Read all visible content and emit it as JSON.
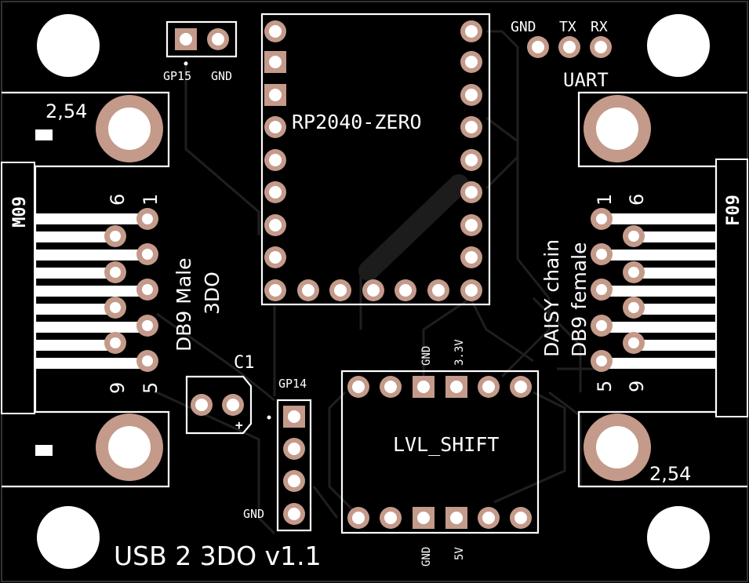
{
  "board": {
    "title": "USB 2 3DO v1.1",
    "background": "#000000",
    "silkscreen_color": "#ffffff",
    "copper_pad_color": "#c49a8a"
  },
  "labels": {
    "left_connector": "M09",
    "right_connector": "F09",
    "left_pitch": "2,54",
    "right_pitch": "2,54",
    "db9_male_line1": "DB9 Male",
    "db9_male_line2": "3DO",
    "daisy_line1": "DAISY chain",
    "daisy_line2": "DB9 female",
    "pin_6_left": "6",
    "pin_1_left": "1",
    "pin_9_left": "9",
    "pin_5_left": "5",
    "pin_1_right": "1",
    "pin_6_right": "6",
    "pin_5_right": "5",
    "pin_9_right": "9",
    "rp2040": "RP2040-ZERO",
    "lvl_shift": "LVL_SHIFT",
    "uart": "UART",
    "uart_gnd": "GND",
    "uart_tx": "TX",
    "uart_rx": "RX",
    "gp15": "GP15",
    "gp15_gnd": "GND",
    "gp14": "GP14",
    "gp14_gnd": "GND",
    "c1": "C1",
    "c1_plus": "+",
    "ls_top_gnd": "GND",
    "ls_top_33v": "3.3V",
    "ls_bot_gnd": "GND",
    "ls_bot_5v": "5V"
  }
}
